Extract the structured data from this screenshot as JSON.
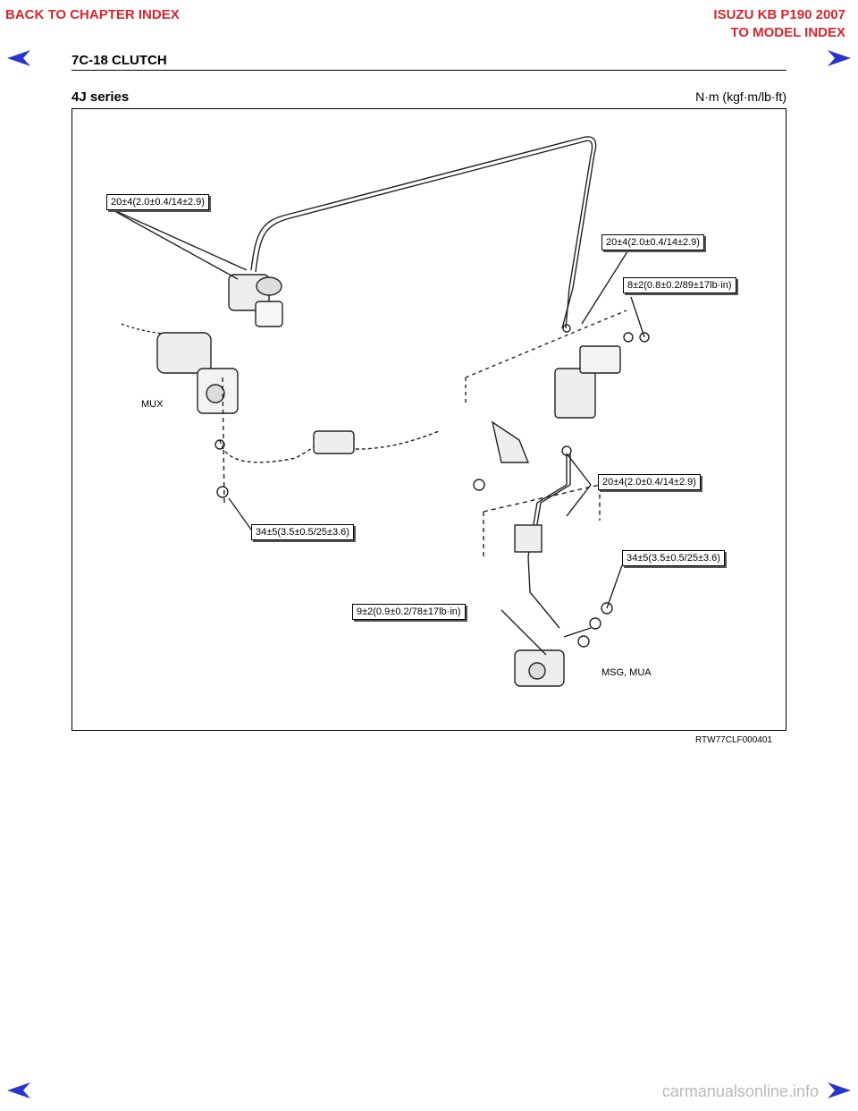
{
  "header": {
    "back_chapter": "BACK TO CHAPTER INDEX",
    "model_title": "ISUZU KB P190 2007",
    "to_model": "TO MODEL INDEX",
    "page_title": "7C-18  CLUTCH"
  },
  "section": {
    "series": "4J series",
    "units": "N·m (kgf·m/lb·ft)"
  },
  "figure": {
    "code": "RTW77CLF000401",
    "variant_mux": "MUX",
    "variant_msg": "MSG, MUA",
    "torque_labels": [
      "20±4(2.0±0.4/14±2.9)",
      "20±4(2.0±0.4/14±2.9)",
      "8±2(0.8±0.2/89±17lb·in)",
      "20±4(2.0±0.4/14±2.9)",
      "34±5(3.5±0.5/25±3.6)",
      "34±5(3.5±0.5/25±3.6)",
      "9±2(0.9±0.2/78±17lb·in)"
    ]
  },
  "footer": {
    "watermark": "carmanualsonline.info"
  },
  "colors": {
    "nav_red": "#d6262c",
    "arrow_blue": "#2a36c8"
  }
}
